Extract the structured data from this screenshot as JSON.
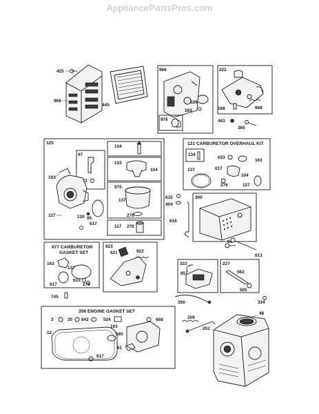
{
  "watermark": "AppliancePartsPros.com",
  "callouts": {
    "c425": "425",
    "c968": "968",
    "c445": "445",
    "c966": "966",
    "c529": "529",
    "c163a": "163",
    "c976": "976",
    "c222": "222",
    "c188": "188",
    "c668a": "668",
    "c443": "443",
    "c365": "365",
    "c125": "125",
    "c97": "97",
    "c633a": "633",
    "c163b": "163",
    "c127a": "127",
    "c130": "130",
    "c95": "95",
    "c617a": "617",
    "c134a": "134",
    "c133": "133",
    "c104a": "104",
    "c975": "975",
    "c137a": "137",
    "c276a": "276",
    "c117": "117",
    "c276b": "276",
    "c134b": "134",
    "c633b": "633",
    "c163c": "163",
    "c137b": "137",
    "c617b": "617",
    "c104b": "104",
    "c276c": "276",
    "c127b": "127",
    "c615": "615",
    "c404": "404",
    "c616": "616",
    "c300": "300",
    "c81": "81",
    "c613": "613",
    "c163d": "163",
    "c137c": "137",
    "c617c": "617",
    "c633c": "633",
    "c276d": "276",
    "c923": "923",
    "c621": "621",
    "c922": "922",
    "c333": "333",
    "c851": "851",
    "c227": "227",
    "c562": "562",
    "c505": "505",
    "c745": "745",
    "c356": "356",
    "c334": "334",
    "c3": "3",
    "c20": "20",
    "c842": "842",
    "c524": "524",
    "c668b": "668",
    "c12": "12",
    "c163e": "163",
    "c585": "585",
    "c51": "51",
    "c617d": "617",
    "c209": "209",
    "c202": "202",
    "c48": "48"
  },
  "kits": {
    "carb_overhaul": "121 CARBURETOR OVERHAUL KIT",
    "carb_gasket_l1": "977 CARBURETOR",
    "carb_gasket_l2": "GASKET SET",
    "engine_gasket": "358 ENGINE GASKET SET"
  }
}
